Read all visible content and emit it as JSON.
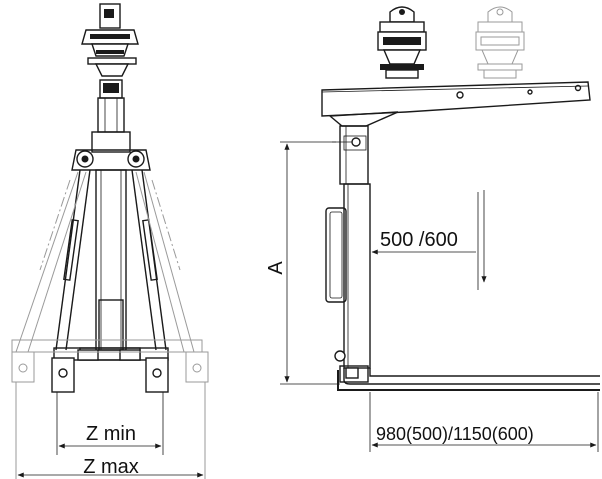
{
  "labels": {
    "dim_a": "A",
    "reach": "500  /600",
    "fork_length": "980(500)/1150(600)",
    "z_min": "Z min",
    "z_max": "Z max"
  }
}
